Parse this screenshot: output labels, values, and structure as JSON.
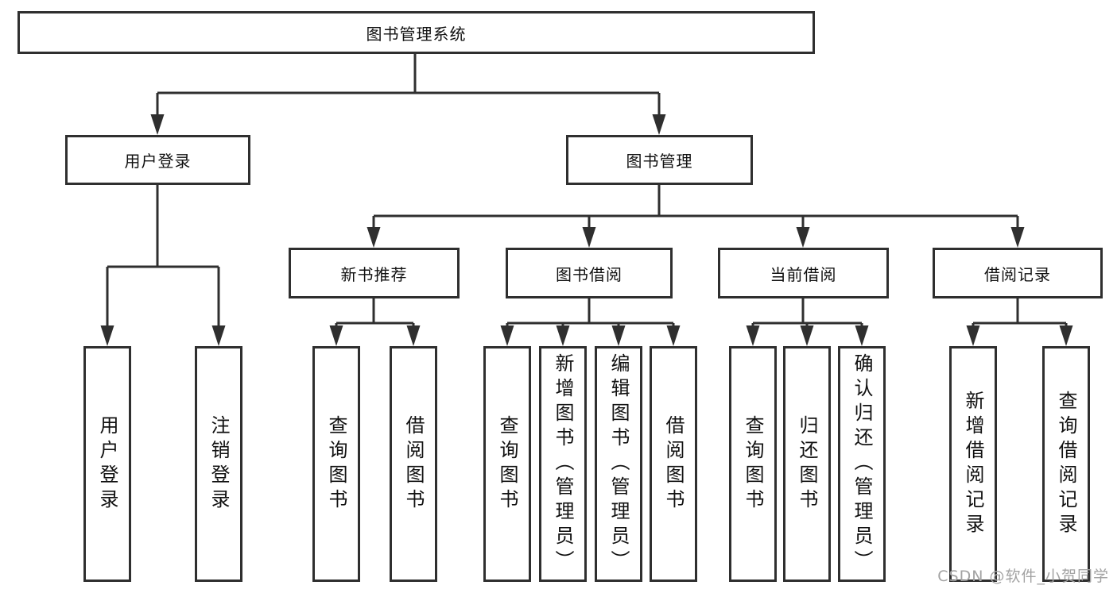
{
  "tree": {
    "root": {
      "label": "图书管理系统",
      "children": [
        {
          "label": "用户登录",
          "children": [
            {
              "label": "用户登录"
            },
            {
              "label": "注销登录"
            }
          ]
        },
        {
          "label": "图书管理",
          "children": [
            {
              "label": "新书推荐",
              "children": [
                {
                  "label": "查询图书"
                },
                {
                  "label": "借阅图书"
                }
              ]
            },
            {
              "label": "图书借阅",
              "children": [
                {
                  "label": "查询图书"
                },
                {
                  "label": "新增图书（管理员）"
                },
                {
                  "label": "编辑图书（管理员）"
                },
                {
                  "label": "借阅图书"
                }
              ]
            },
            {
              "label": "当前借阅",
              "children": [
                {
                  "label": "查询图书"
                },
                {
                  "label": "归还图书"
                },
                {
                  "label": "确认归还（管理员）"
                }
              ]
            },
            {
              "label": "借阅记录",
              "children": [
                {
                  "label": "新增借阅记录"
                },
                {
                  "label": "查询借阅记录"
                }
              ]
            }
          ]
        }
      ]
    }
  },
  "watermark": {
    "text": "CSDN @软件_小贺同学"
  },
  "colors": {
    "line": "#2f2f2f",
    "text": "#111111",
    "watermark": "#a3a3a3",
    "background": "#ffffff"
  }
}
